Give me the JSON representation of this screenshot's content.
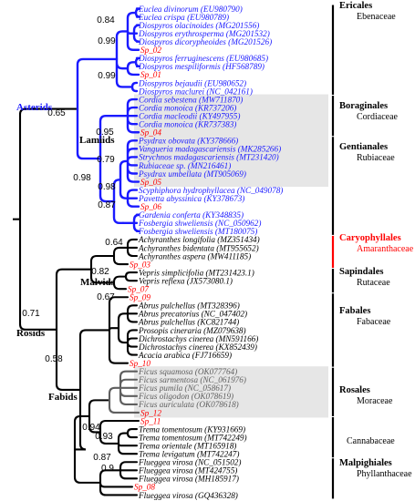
{
  "colors": {
    "blue": "#1a1aff",
    "black": "#000000",
    "red": "#ff0000",
    "grey": "#5f5f5f",
    "shade": "#e6e6e6"
  },
  "tips": [
    {
      "label": "Euclea divinorum (EU980790)",
      "color": "blue"
    },
    {
      "label": "Euclea crispa (EU980789)",
      "color": "blue"
    },
    {
      "label": "Diospyros olacinoides (MG201556)",
      "color": "blue"
    },
    {
      "label": "Diospyros erythrosperma (MG201532)",
      "color": "blue"
    },
    {
      "label": "Diospyros dicorypheoides (MG201526)",
      "color": "blue"
    },
    {
      "label": "Sp_02",
      "color": "red"
    },
    {
      "label": "Diospyros ferruginescens (EU980685)",
      "color": "blue"
    },
    {
      "label": "Diospyros mespiliformis (HF568789)",
      "color": "blue"
    },
    {
      "label": "Sp_01",
      "color": "red"
    },
    {
      "label": "Diospyros bejaudii (EU980652)",
      "color": "blue"
    },
    {
      "label": "Diospyros maclurei (NC_042161)",
      "color": "blue"
    },
    {
      "label": "Cordia sebestena (MW711870)",
      "color": "blue"
    },
    {
      "label": "Cordia monoica (KR737206)",
      "color": "blue"
    },
    {
      "label": "Cordia macleodii (KY497955)",
      "color": "blue"
    },
    {
      "label": "Cordia monoica (KR737383)",
      "color": "blue"
    },
    {
      "label": "Sp_04",
      "color": "red"
    },
    {
      "label": "Psydrax obovata (KY378666)",
      "color": "blue"
    },
    {
      "label": "Vangueria madagascariensis (MK285266)",
      "color": "blue"
    },
    {
      "label": "Strychnos madagascariensis (MT231420)",
      "color": "blue"
    },
    {
      "label": "Rubiaceae sp. (MN216461)",
      "color": "blue"
    },
    {
      "label": "Psydrax umbellata (MT905069)",
      "color": "blue"
    },
    {
      "label": "Sp_05",
      "color": "red"
    },
    {
      "label": "Scyphiphora hydrophyllacea (NC_049078)",
      "color": "blue"
    },
    {
      "label": "Pavetta abyssinica (KY378673)",
      "color": "blue"
    },
    {
      "label": "Sp_06",
      "color": "red"
    },
    {
      "label": "Gardenia conferta (KY348835)",
      "color": "blue"
    },
    {
      "label": "Fosbergia shweliensis (NC_050962)",
      "color": "blue"
    },
    {
      "label": "Fosbergia shweliensis (MT180075)",
      "color": "blue"
    },
    {
      "label": "Achyranthes longifolia (MZ351434)",
      "color": "black"
    },
    {
      "label": "Achyranthes bidentata (MT955652)",
      "color": "black"
    },
    {
      "label": "Achyranthes aspera (MW411185)",
      "color": "black"
    },
    {
      "label": "Sp_03",
      "color": "red"
    },
    {
      "label": "Vepris simplicifolia (MT231423.1)",
      "color": "black"
    },
    {
      "label": "Vepris reflexa (JX573080.1)",
      "color": "black"
    },
    {
      "label": "Sp_07",
      "color": "red"
    },
    {
      "label": "Sp_09",
      "color": "red"
    },
    {
      "label": "Abrus pulchellus (MT328396)",
      "color": "black"
    },
    {
      "label": "Abrus precatorius (NC_047402)",
      "color": "black"
    },
    {
      "label": "Abrus pulchellus (KC821744)",
      "color": "black"
    },
    {
      "label": "Prosopis cineraria (MZ079638)",
      "color": "black"
    },
    {
      "label": "Dichrostachys cinerea (MN591166)",
      "color": "black"
    },
    {
      "label": "Dichrostachys cinerea (KX852439)",
      "color": "black"
    },
    {
      "label": "Acacia arabica (FJ716659)",
      "color": "black"
    },
    {
      "label": "Sp_10",
      "color": "red"
    },
    {
      "label": "Ficus squamosa (OK077764)",
      "color": "grey"
    },
    {
      "label": "Ficus sarmentosa (NC_061976)",
      "color": "grey"
    },
    {
      "label": "Ficus pumila (NC_058617)",
      "color": "grey"
    },
    {
      "label": "Ficus oligodon (OK078619)",
      "color": "grey"
    },
    {
      "label": "Ficus auriculata (OK078618)",
      "color": "grey"
    },
    {
      "label": "Sp_12",
      "color": "red"
    },
    {
      "label": "Sp_11",
      "color": "red"
    },
    {
      "label": "Trema tomentosum (KY931669)",
      "color": "black"
    },
    {
      "label": "Trema tomentosum (MT742249)",
      "color": "black"
    },
    {
      "label": "Trema orientale (MT165918)",
      "color": "black"
    },
    {
      "label": "Trema levigatum (MT742247)",
      "color": "black"
    },
    {
      "label": "Flueggea virosa (NC_051502)",
      "color": "black"
    },
    {
      "label": "Flueggea virosa (MT424755)",
      "color": "black"
    },
    {
      "label": "Flueggea virosa (MH185917)",
      "color": "black"
    },
    {
      "label": "Sp_08",
      "color": "red"
    },
    {
      "label": "Flueggea virosa (GQ436328)",
      "color": "black"
    }
  ],
  "support_values": [
    "0.84",
    "0.99",
    "0.99",
    "0.65",
    "0.95",
    "0.79",
    "0.98",
    "0.98",
    "0.87",
    "0.64",
    "0.82",
    "0.71",
    "0.67",
    "0.58",
    "0.94",
    "0.93",
    "0.87",
    "0.9"
  ],
  "clade_labels": {
    "asterids": "Asterids",
    "lamiids": "Lamiids",
    "malvids": "Malvids",
    "rosids": "Rosids",
    "fabids": "Fabids"
  },
  "groups": [
    {
      "order": "Ericales",
      "family": "Ebenaceae",
      "color": "black"
    },
    {
      "order": "Boraginales",
      "family": "Cordiaceae",
      "color": "black"
    },
    {
      "order": "Gentianales",
      "family": "Rubiaceae",
      "color": "black"
    },
    {
      "order": "Caryophyllales",
      "family": "Amaranthaceae",
      "color": "red"
    },
    {
      "order": "Sapindales",
      "family": "Rutaceae",
      "color": "black"
    },
    {
      "order": "Fabales",
      "family": "Fabaceae",
      "color": "black"
    },
    {
      "order": "Rosales",
      "family": "Moraceae",
      "color": "black"
    },
    {
      "order": "",
      "family": "Cannabaceae",
      "color": "black"
    },
    {
      "order": "Malpighiales",
      "family": "Phyllanthaceae",
      "color": "black"
    }
  ]
}
